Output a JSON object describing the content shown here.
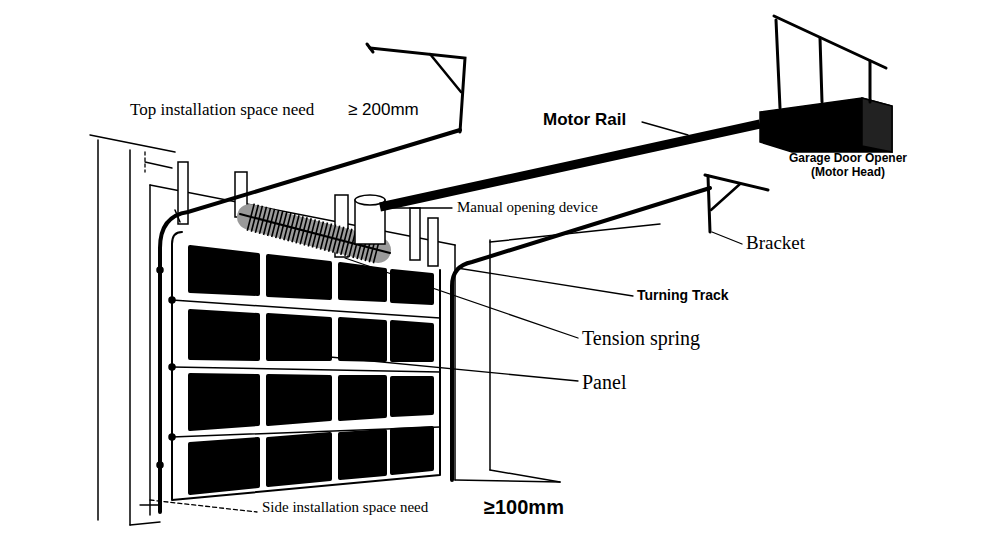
{
  "diagram": {
    "labels": [
      "Top installation space need",
      "≥ 200mm",
      "Motor Rail",
      "Garage Door Opener (Motor Head)",
      "Manual opening device",
      "Bracket",
      "Turning Track",
      "Tension spring",
      "Panel",
      "Side installation space need",
      "≥100mm"
    ]
  }
}
